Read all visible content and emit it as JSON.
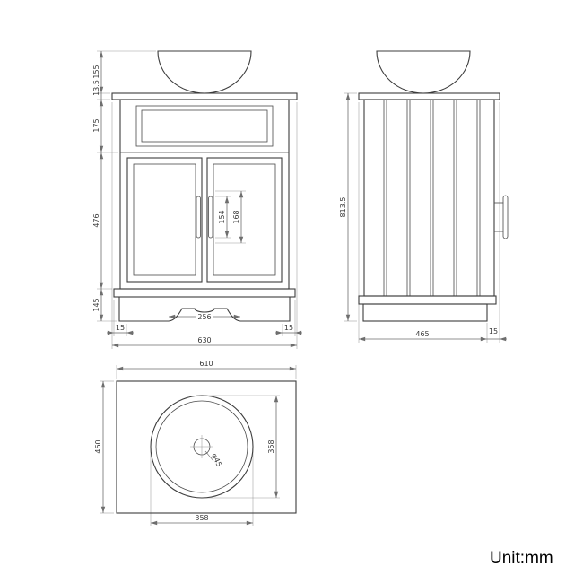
{
  "unit_label": "Unit:mm",
  "front_view": {
    "dims": {
      "basin_height": "155",
      "countertop_thickness": "13.5",
      "apron_height": "175",
      "door_height": "476",
      "plinth_height": "145",
      "handle_length": "154",
      "handle_span": "168",
      "arch_width": "256",
      "left_overhang": "15",
      "overall_width": "630",
      "right_overhang": "15"
    }
  },
  "side_view": {
    "dims": {
      "overall_height": "813.5",
      "cabinet_depth": "465",
      "front_overhang": "15"
    }
  },
  "top_view": {
    "dims": {
      "countertop_width": "610",
      "countertop_depth": "460",
      "basin_diameter_x": "358",
      "basin_diameter_y": "358",
      "tap_hole_diameter": "φ45"
    }
  }
}
